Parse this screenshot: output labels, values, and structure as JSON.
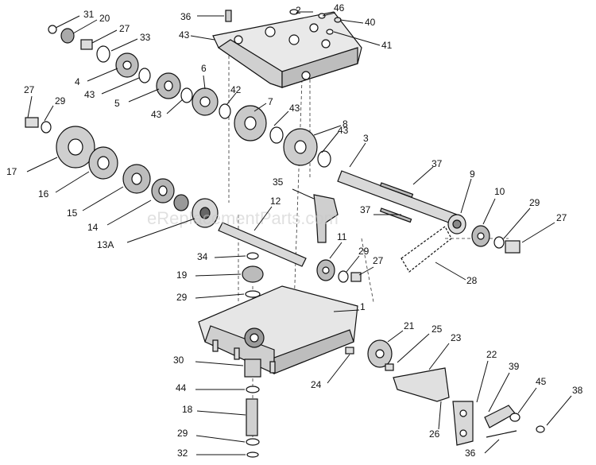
{
  "diagram": {
    "watermark": "eReplacementParts.com",
    "callouts": [
      "31",
      "20",
      "27",
      "33",
      "4",
      "43",
      "5",
      "43",
      "6",
      "43",
      "36",
      "2",
      "46",
      "40",
      "41",
      "42",
      "7",
      "43",
      "8",
      "43",
      "3",
      "27",
      "29",
      "17",
      "16",
      "15",
      "14",
      "13A",
      "12",
      "35",
      "11",
      "37",
      "9",
      "10",
      "29",
      "27",
      "37",
      "29",
      "27",
      "28",
      "34",
      "19",
      "29",
      "1",
      "30",
      "44",
      "18",
      "29",
      "32",
      "21",
      "25",
      "23",
      "24",
      "22",
      "39",
      "45",
      "38",
      "26",
      "36"
    ]
  }
}
